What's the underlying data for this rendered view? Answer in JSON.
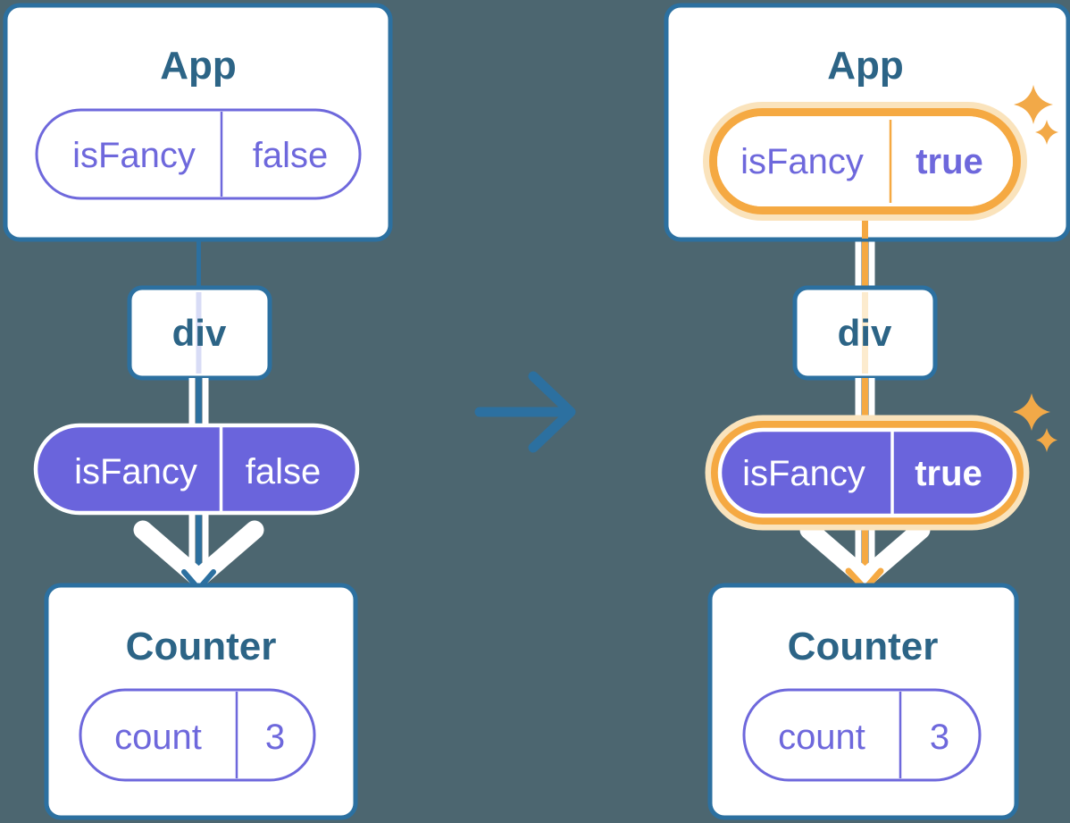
{
  "diagram": {
    "description": "Two React component trees showing a prop flowing from App through div to Counter, before and after a state change",
    "before": {
      "app": {
        "title": "App",
        "prop_name": "isFancy",
        "prop_value": "false"
      },
      "container": {
        "label": "div"
      },
      "passed_prop": {
        "name": "isFancy",
        "value": "false"
      },
      "counter": {
        "title": "Counter",
        "state_name": "count",
        "state_value": "3"
      }
    },
    "after": {
      "app": {
        "title": "App",
        "prop_name": "isFancy",
        "prop_value": "true"
      },
      "container": {
        "label": "div"
      },
      "passed_prop": {
        "name": "isFancy",
        "value": "true"
      },
      "counter": {
        "title": "Counter",
        "state_name": "count",
        "state_value": "3"
      }
    },
    "icons": {
      "transition": "arrow-right-icon",
      "highlight": "sparkle-icon"
    },
    "colors": {
      "background": "#4C6670",
      "card_stroke": "#2C70A0",
      "title_text": "#2C6486",
      "purple_stroke_text": "#6E68DC",
      "purple_pill_fill": "#6A64DC",
      "lavender_passthrough": "#D8DCF6",
      "orange_highlight": "#F5A942",
      "orange_glow": "#FAE3BC",
      "pale_orange_passthrough": "#FCEBCE",
      "white": "#FFFFFF"
    }
  }
}
